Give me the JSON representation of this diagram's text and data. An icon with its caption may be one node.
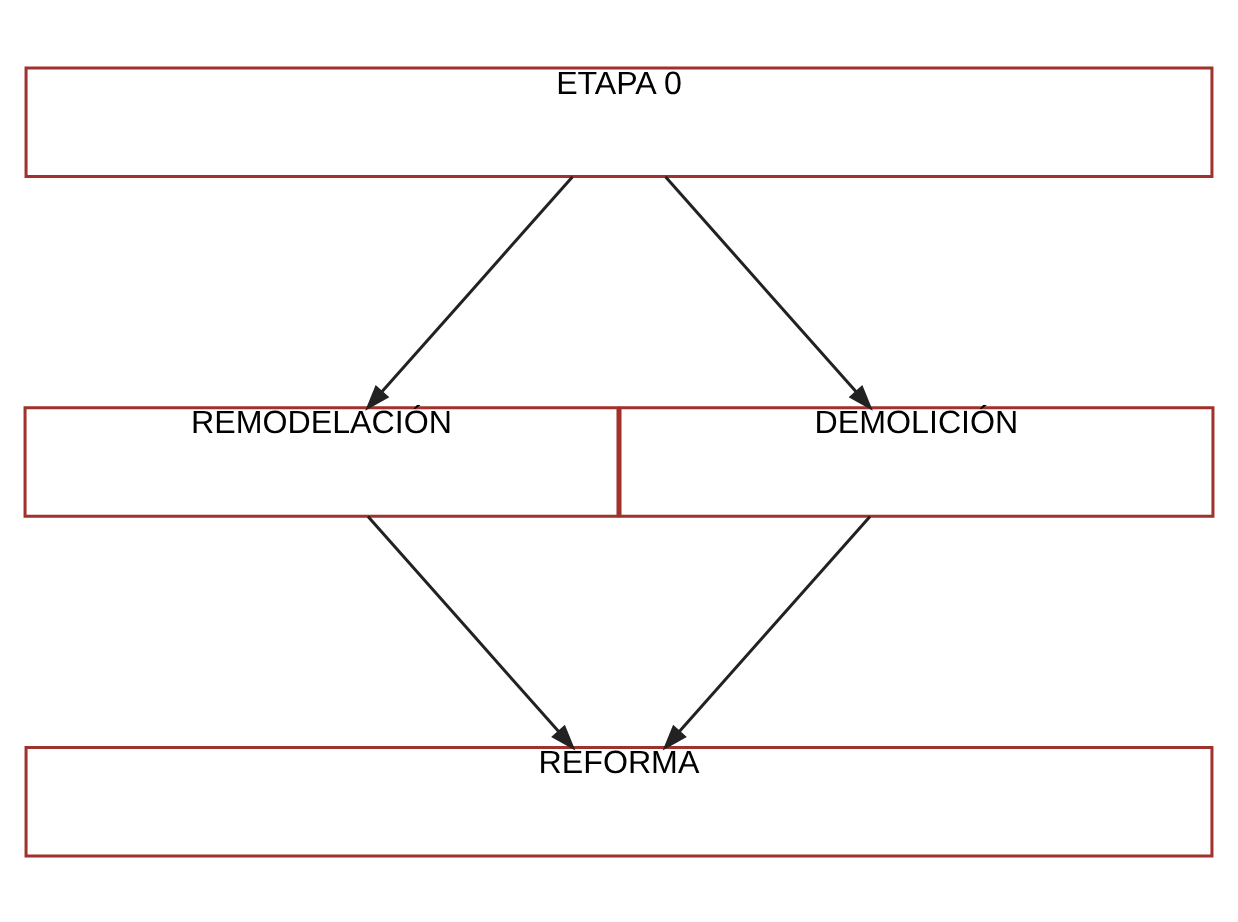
{
  "diagram": {
    "nodes": [
      {
        "text": [
          "ETAPA 0"
        ]
      },
      {
        "text": [
          "REMODELACIÓN"
        ]
      },
      {
        "text": [
          "DEMOLICIÓN"
        ]
      },
      {
        "text": [
          "REFORMA"
        ]
      }
    ],
    "edges": [
      {
        "from": 0,
        "to": 1,
        "arrow": "to"
      },
      {
        "from": 0,
        "to": 2,
        "arrow": "to"
      },
      {
        "from": 1,
        "to": 3,
        "arrow": "to"
      },
      {
        "from": 2,
        "to": 3,
        "arrow": "to"
      }
    ]
  }
}
